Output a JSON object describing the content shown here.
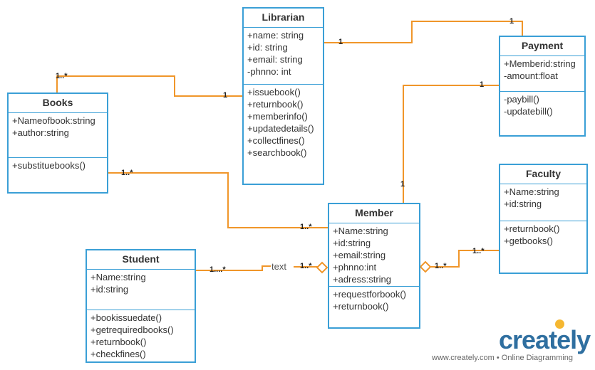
{
  "classes": {
    "librarian": {
      "name": "Librarian",
      "attributes": [
        "+name: string",
        "+id: string",
        "+email: string",
        "-phnno: int"
      ],
      "methods": [
        "+issuebook()",
        "+returnbook()",
        "+memberinfo()",
        "+updatedetails()",
        "+collectfines()",
        "+searchbook()"
      ]
    },
    "payment": {
      "name": "Payment",
      "attributes": [
        "+Memberid:string",
        "-amount:float"
      ],
      "methods": [
        "-paybill()",
        "-updatebill()"
      ]
    },
    "books": {
      "name": "Books",
      "attributes": [
        "+Nameofbook:string",
        "+author:string"
      ],
      "methods": [
        "+substituebooks()"
      ]
    },
    "faculty": {
      "name": "Faculty",
      "attributes": [
        "+Name:string",
        "+id:string"
      ],
      "methods": [
        "+returnbook()",
        "+getbooks()"
      ]
    },
    "member": {
      "name": "Member",
      "attributes": [
        "+Name:string",
        "+id:string",
        "+email:string",
        "+phnno:int",
        "+adress:string"
      ],
      "methods": [
        "+requestforbook()",
        "+returnbook()"
      ]
    },
    "student": {
      "name": "Student",
      "attributes": [
        "+Name:string",
        "+id:string"
      ],
      "methods": [
        "+bookissuedate()",
        "+getrequiredbooks()",
        "+returnbook()",
        "+checkfines()"
      ]
    }
  },
  "multiplicities": {
    "lib_pay_lib": "1",
    "lib_pay_pay": "1",
    "books_lib_books": "1..*",
    "books_lib_lib": "1",
    "books_member_books": "1..*",
    "books_member_member": "1..*",
    "pay_member_pay": "1",
    "pay_member_member": "1",
    "student_member_student": "1....*",
    "student_member_member": "1..*",
    "member_faculty_member": "1..*",
    "member_faculty_faculty": "1..*"
  },
  "connector_text": "text",
  "branding": {
    "logo": "creately",
    "tagline": "www.creately.com • Online Diagramming"
  },
  "colors": {
    "class_border": "#3a9fd6",
    "connector": "#f0962a",
    "logo": "#2f6fa0",
    "bulb": "#f5b731"
  }
}
